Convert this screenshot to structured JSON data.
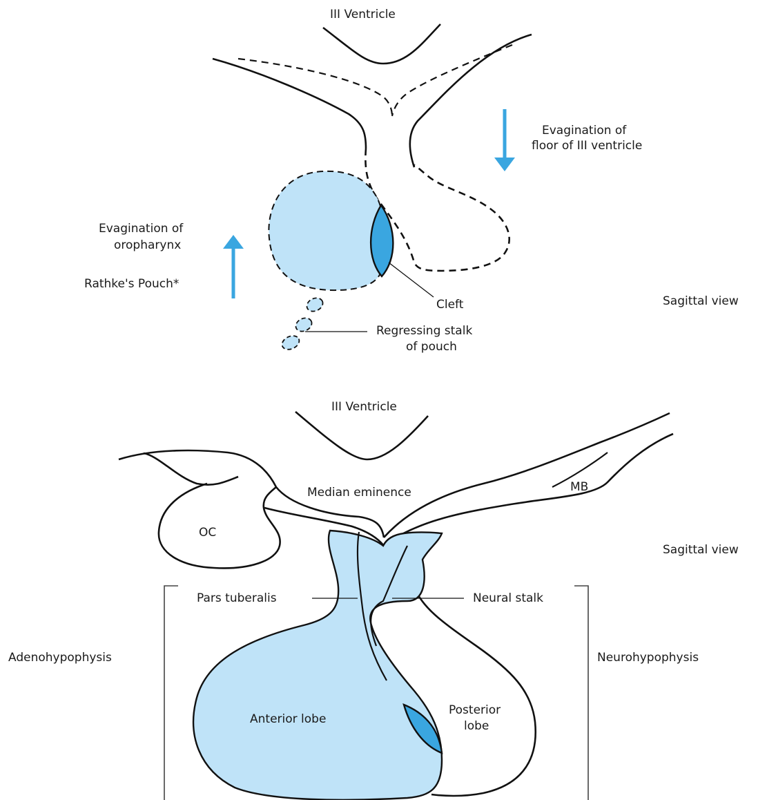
{
  "top": {
    "ventricle_label": "III Ventricle",
    "evag_floor_line1": "Evagination of",
    "evag_floor_line2": "floor of III ventricle",
    "evag_oro_line1": "Evagination of",
    "evag_oro_line2": "oropharynx",
    "rathke_label": "Rathke's Pouch*",
    "cleft_label": "Cleft",
    "stalk_line1": "Regressing stalk",
    "stalk_line2": "of pouch",
    "view_label": "Sagittal view"
  },
  "bottom": {
    "ventricle_label": "III Ventricle",
    "median_eminence_label": "Median eminence",
    "mb_label": "MB",
    "oc_label": "OC",
    "view_label": "Sagittal view",
    "pars_tuberalis_label": "Pars tuberalis",
    "neural_stalk_label": "Neural stalk",
    "adenohypophysis_label": "Adenohypophysis",
    "neurohypophysis_label": "Neurohypophysis",
    "anterior_lobe_label": "Anterior lobe",
    "posterior_lobe_line1": "Posterior",
    "posterior_lobe_line2": "lobe"
  },
  "colors": {
    "pale_blue": "#bfe3f8",
    "cleft_blue": "#3aa6e0",
    "arrow_blue": "#3aa6e0",
    "outline": "#111111"
  }
}
